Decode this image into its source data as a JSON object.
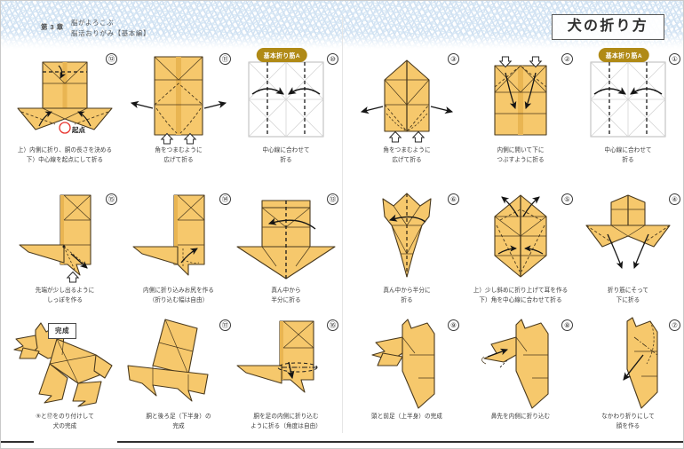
{
  "header": {
    "chapter_label": "第 3 章",
    "chapter_title": "脳がよろこぶ\n脳活おりがみ【基本編】",
    "page_title": "犬の折り方"
  },
  "badges": {
    "basic_crease_a": "基本折り筋A",
    "complete": "完成"
  },
  "right_column": {
    "rows": [
      {
        "cells": [
          {
            "num": "③",
            "caption": "角をつまむように\n広げて折る",
            "shape": "pentagon-tall",
            "badge": ""
          },
          {
            "num": "②",
            "caption": "内側に開いて下に\nつぶすように折る",
            "shape": "tall-rect-open",
            "badge": ""
          },
          {
            "num": "①",
            "caption": "中心線に合わせて\n折る",
            "shape": "crease-grid",
            "badge": "基本折り筋A"
          }
        ]
      },
      {
        "cells": [
          {
            "num": "⑥",
            "caption": "真ん中から半分に\n折る",
            "shape": "kite-pointed",
            "badge": ""
          },
          {
            "num": "⑤",
            "caption": "上）少し斜めに折り上げて耳を作る\n下）角を中心線に合わせて折る",
            "shape": "diamond-ears",
            "badge": ""
          },
          {
            "num": "④",
            "caption": "折り筋にそって\n下に折る",
            "shape": "boat-hat",
            "badge": ""
          }
        ]
      },
      {
        "cells": [
          {
            "num": "⑨",
            "caption": "頭と前足（上半身）の完成",
            "shape": "dog-head-done",
            "badge": ""
          },
          {
            "num": "⑧",
            "caption": "鼻先を内側に折り込む",
            "shape": "dog-head-nose",
            "badge": ""
          },
          {
            "num": "⑦",
            "caption": "なかわり折りにして\n顔を作る",
            "shape": "dog-head-blank",
            "badge": ""
          }
        ]
      }
    ]
  },
  "left_column": {
    "rows": [
      {
        "cells": [
          {
            "num": "⑫",
            "caption": "上）内側に折り、胴の長さを決める\n下）中心線を起点にして折る",
            "shape": "body-base",
            "badge": "",
            "annotation": "起点"
          },
          {
            "num": "⑪",
            "caption": "角をつまむように\n広げて折る",
            "shape": "tall-rect-pinch",
            "badge": ""
          },
          {
            "num": "⑩",
            "caption": "中心線に合わせて\n折る",
            "shape": "crease-grid",
            "badge": "基本折り筋A"
          }
        ]
      },
      {
        "cells": [
          {
            "num": "⑮",
            "caption": "先端が少し出るように\nしっぽを作る",
            "shape": "leg-tail-b",
            "badge": ""
          },
          {
            "num": "⑭",
            "caption": "内側に折り込みお尻を作る\n（折り込む幅は自由）",
            "shape": "leg-tail-a",
            "badge": ""
          },
          {
            "num": "⑬",
            "caption": "真ん中から\n半分に折る",
            "shape": "body-fold-half",
            "badge": ""
          }
        ]
      },
      {
        "cells": [
          {
            "num": "",
            "caption": "⑨と⑰をのり付けして\n犬の完成",
            "shape": "dog-complete",
            "badge": "完成"
          },
          {
            "num": "⑰",
            "caption": "胴と後ろ足（下半身）の\n完成",
            "shape": "body-legs-done",
            "badge": ""
          },
          {
            "num": "⑯",
            "caption": "胴を足の内側に折り込む\nように折る（角度は自由）",
            "shape": "body-legs-fold",
            "badge": ""
          }
        ]
      }
    ]
  },
  "annotation_label": "起点",
  "colors": {
    "paper_front": "#F6C86C",
    "paper_shade": "#E9B552",
    "paper_back": "#FFFFFF",
    "outline": "#4A3A1E",
    "badge_gold": "#B08A16",
    "crease_grid": "#C9C9C9",
    "accent_red": "#E8312B",
    "header_blue": "#D2E3F3"
  }
}
